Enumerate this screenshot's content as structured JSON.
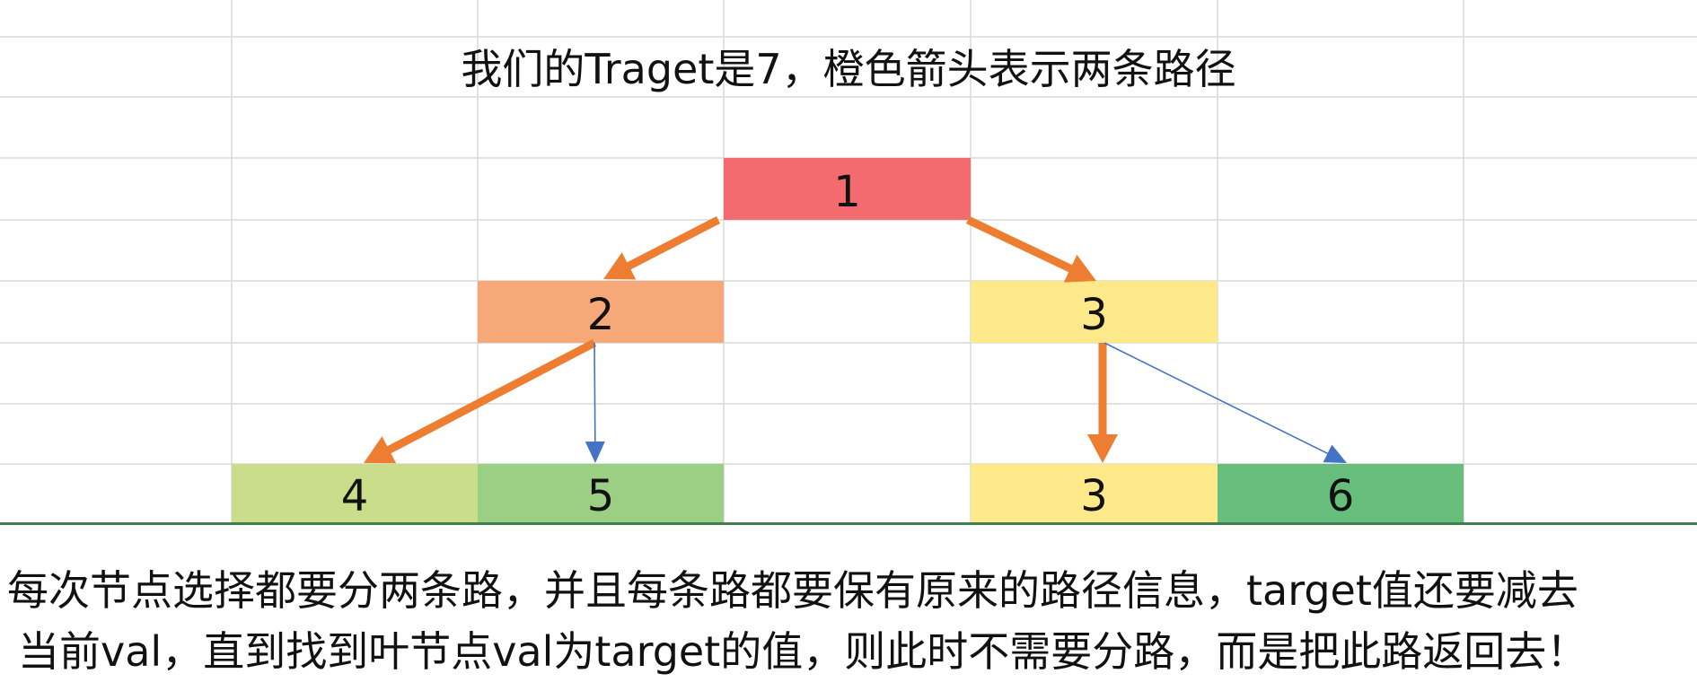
{
  "title": "我们的Traget是7，橙色箭头表示两条路径",
  "nodes": [
    {
      "id": "n1",
      "label": "1",
      "color": "#f46b6f"
    },
    {
      "id": "n2",
      "label": "2",
      "color": "#f7a878"
    },
    {
      "id": "n3",
      "label": "3",
      "color": "#fde98a"
    },
    {
      "id": "n4",
      "label": "4",
      "color": "#cadd8b"
    },
    {
      "id": "n5",
      "label": "5",
      "color": "#9bcf83"
    },
    {
      "id": "n6",
      "label": "3",
      "color": "#fde98a"
    },
    {
      "id": "n7",
      "label": "6",
      "color": "#66bd7c"
    }
  ],
  "edges": [
    {
      "from": "n1",
      "to": "n2",
      "path": true
    },
    {
      "from": "n1",
      "to": "n3",
      "path": true
    },
    {
      "from": "n2",
      "to": "n4",
      "path": true
    },
    {
      "from": "n2",
      "to": "n5",
      "path": false
    },
    {
      "from": "n3",
      "to": "n6",
      "path": true
    },
    {
      "from": "n3",
      "to": "n7",
      "path": false
    }
  ],
  "colors": {
    "path_arrow": "#ed7d31",
    "other_arrow": "#4472c4",
    "gridline": "#d9d9d9",
    "divider": "#3f7f4e"
  },
  "description": [
    "每次节点选择都要分两条路，并且每条路都要保有原来的路径信息，target值还要减去",
    "当前val，直到找到叶节点val为target的值，则此时不需要分路，而是把此路返回去！"
  ]
}
